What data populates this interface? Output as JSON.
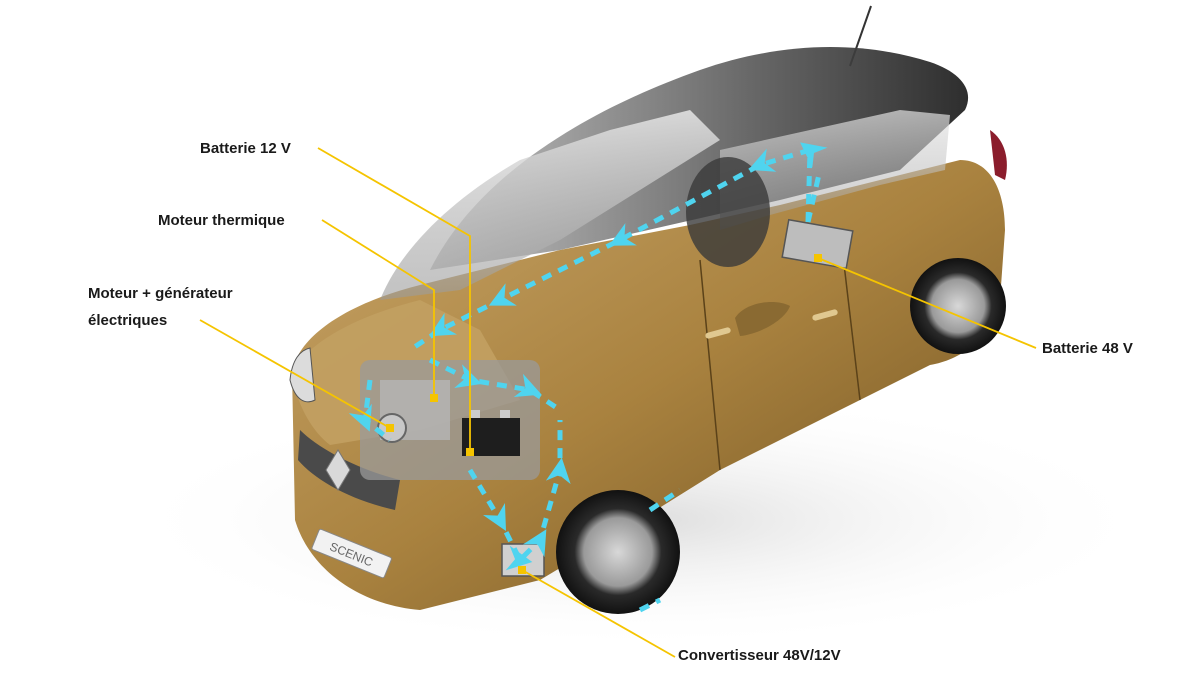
{
  "labels": {
    "battery_12v": "Batterie 12 V",
    "thermal_engine": "Moteur thermique",
    "motor_generator_line1": "Moteur + générateur",
    "motor_generator_line2": "électriques",
    "battery_48v": "Batterie 48 V",
    "converter": "Convertisseur 48V/12V"
  },
  "car_badge": "SCENIC",
  "colors": {
    "callout_line": "#f5c400",
    "energy_flow": "#4fd4ef",
    "body_paint": "#b08a4a",
    "glass_roof": "#2b2b2b"
  }
}
